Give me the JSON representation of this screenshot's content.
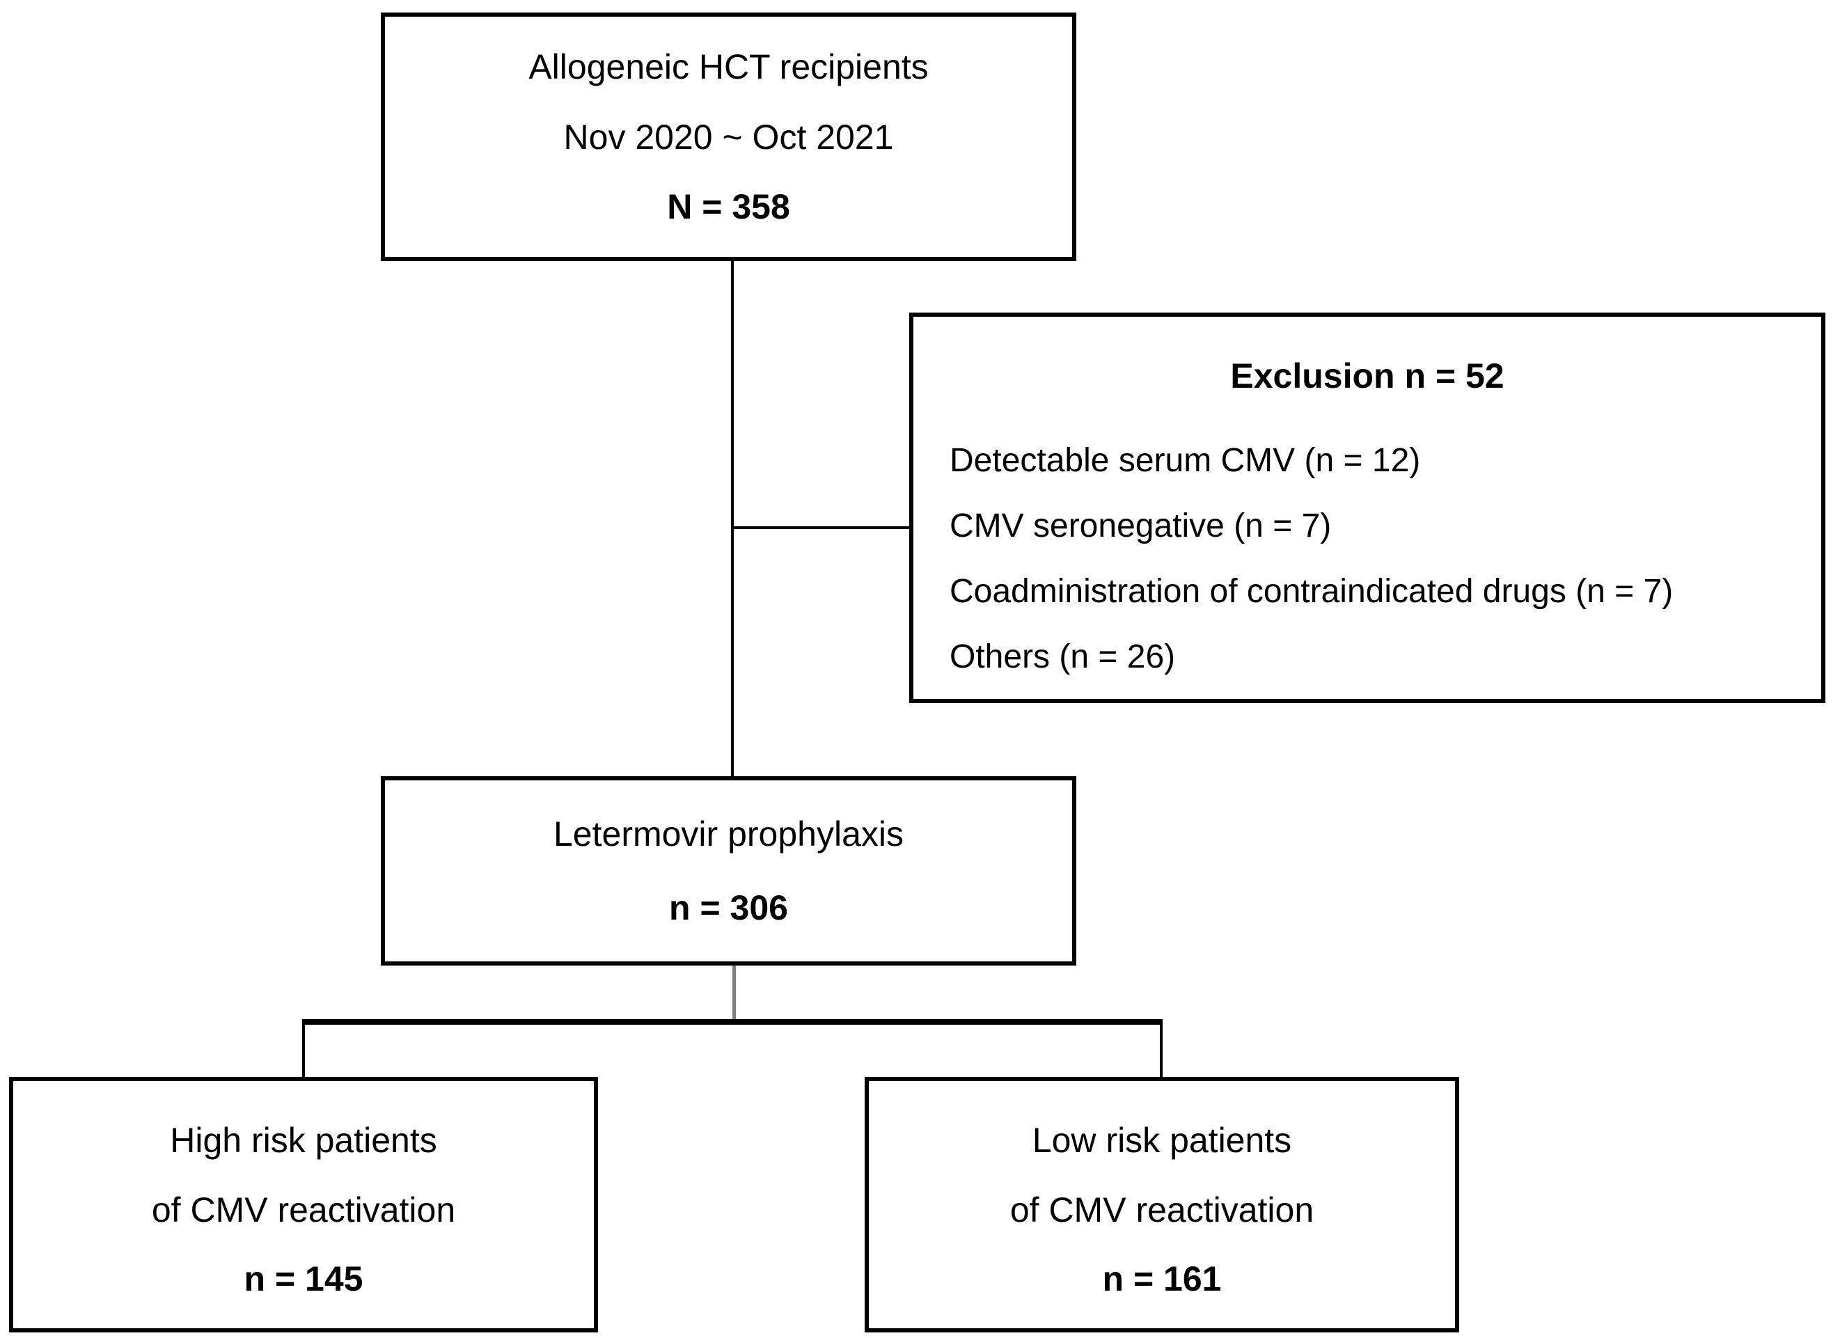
{
  "flowchart": {
    "top_box": {
      "line1": "Allogeneic HCT recipients",
      "line2": "Nov 2020 ~ Oct 2021",
      "line3": "N = 358"
    },
    "exclusion_box": {
      "title": "Exclusion n = 52",
      "items": [
        "Detectable serum CMV (n = 12)",
        "CMV seronegative (n = 7)",
        "Coadministration of contraindicated drugs (n = 7)",
        "Others (n = 26)"
      ]
    },
    "middle_box": {
      "line1": "Letermovir prophylaxis",
      "line2": "n = 306"
    },
    "left_box": {
      "line1": "High risk patients",
      "line2": "of CMV reactivation",
      "line3": "n = 145"
    },
    "right_box": {
      "line1": "Low risk patients",
      "line2": "of CMV reactivation",
      "line3": "n = 161"
    },
    "colors": {
      "box_border": "#000000",
      "background": "#ffffff",
      "connector_black": "#000000",
      "connector_gray": "#808080"
    }
  }
}
